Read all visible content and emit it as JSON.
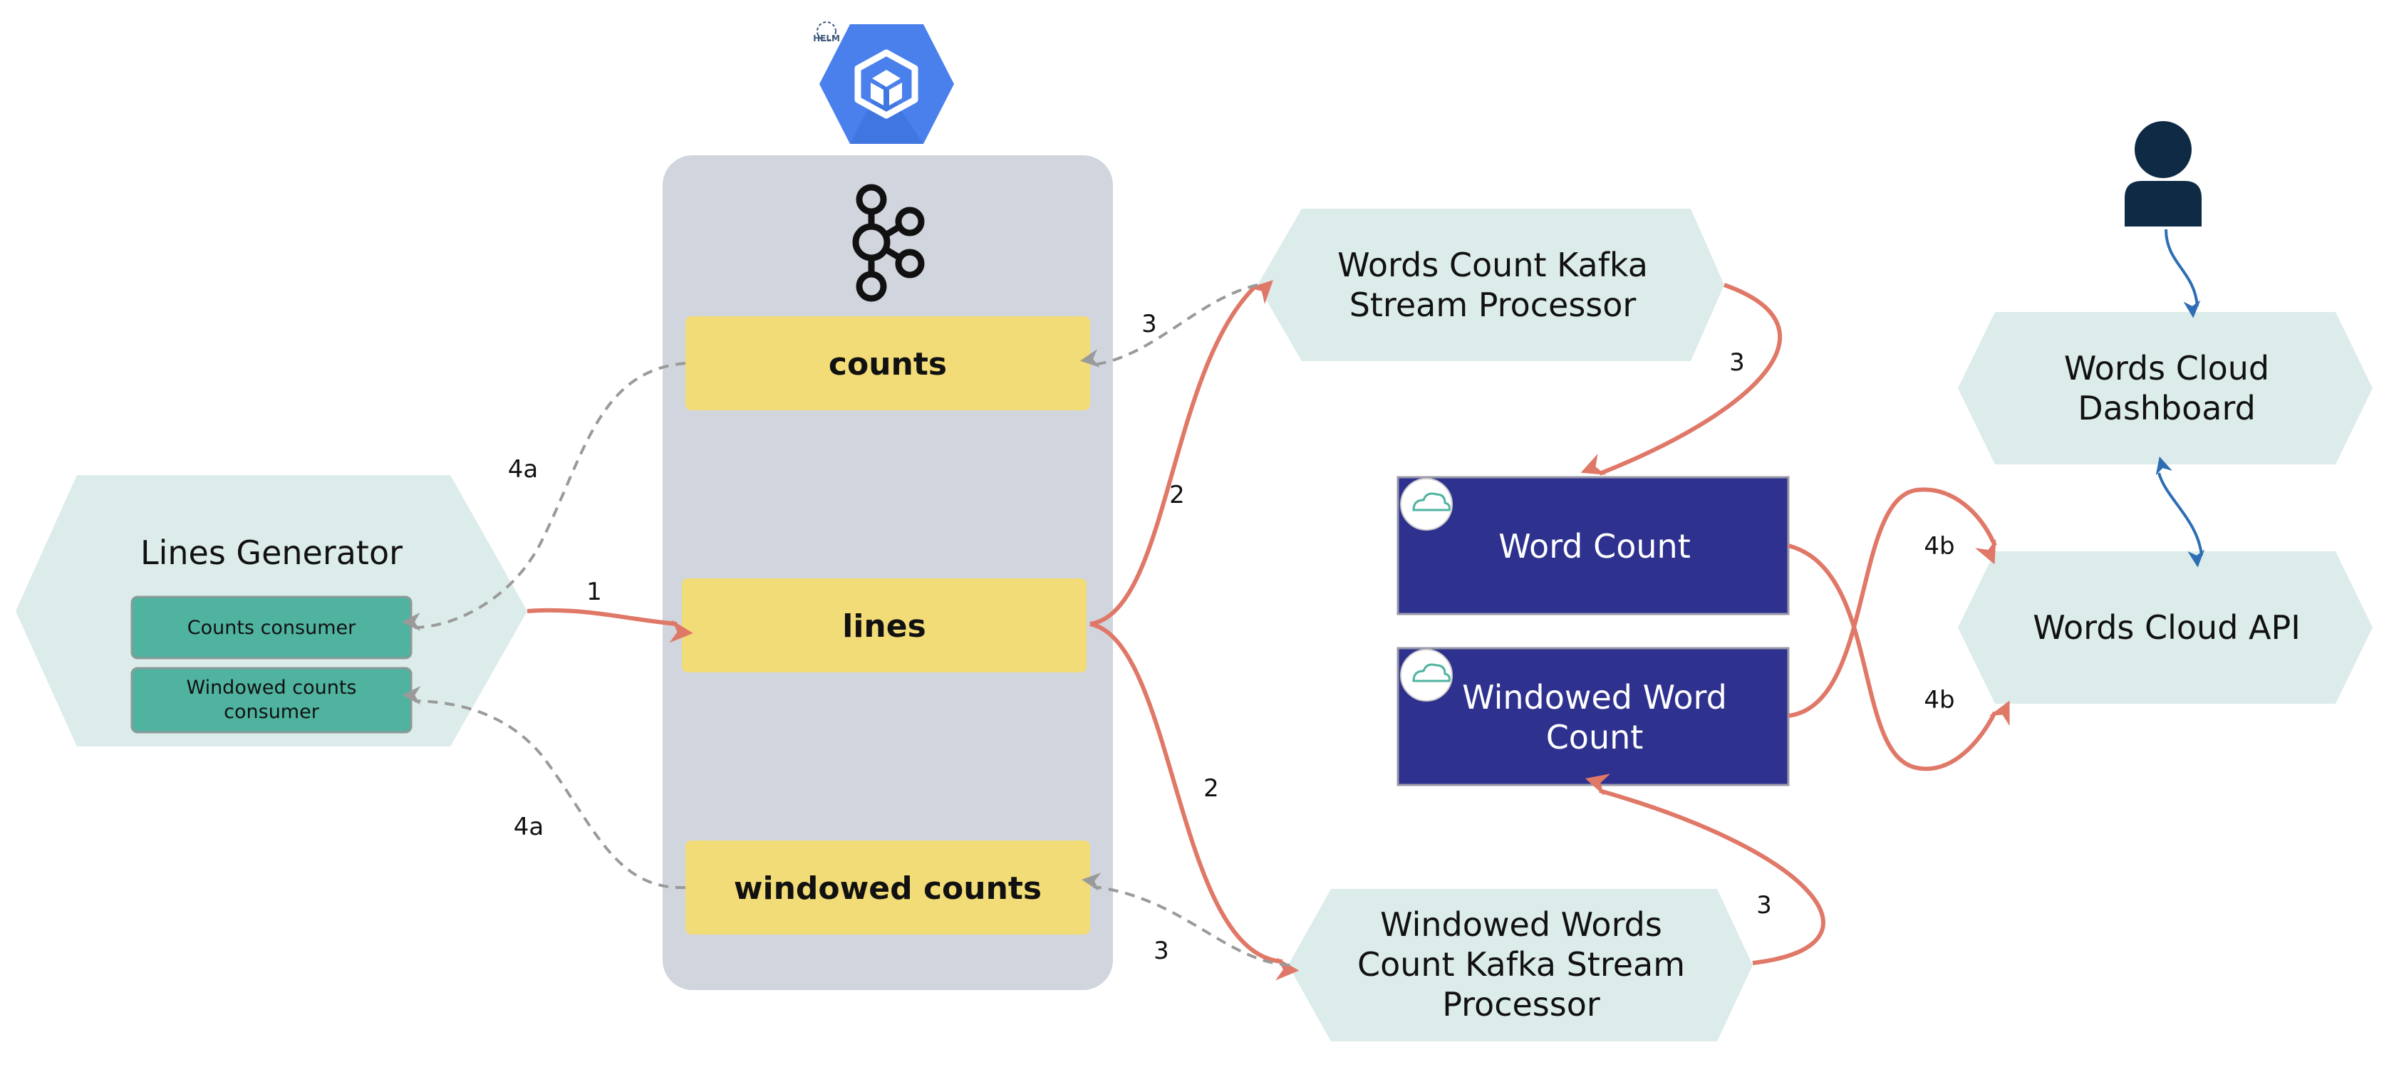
{
  "cluster": {
    "helm_badge": "HELM",
    "topics": {
      "counts": "counts",
      "lines": "lines",
      "windowed": "windowed counts"
    }
  },
  "lines_generator": {
    "title": "Lines Generator",
    "counts_consumer": "Counts consumer",
    "windowed_consumer_line1": "Windowed counts",
    "windowed_consumer_line2": "consumer"
  },
  "processors": {
    "words_count_line1": "Words Count Kafka",
    "words_count_line2": "Stream Processor",
    "windowed_line1": "Windowed Words",
    "windowed_line2": "Count Kafka Stream",
    "windowed_line3": "Processor"
  },
  "stores": {
    "word_count": "Word Count",
    "windowed_line1": "Windowed Word",
    "windowed_line2": "Count"
  },
  "dashboard": {
    "line1": "Words Cloud",
    "line2": "Dashboard"
  },
  "api": {
    "label": "Words Cloud API"
  },
  "edge_labels": {
    "e1": "1",
    "e2_top": "2",
    "e2_bottom": "2",
    "e3_counts": "3",
    "e3_wc_store": "3",
    "e3_windowed_counts": "3",
    "e3_windowed_store": "3",
    "e4a_top": "4a",
    "e4a_bottom": "4a",
    "e4b_top": "4b",
    "e4b_bottom": "4b"
  },
  "colors": {
    "hexagon_fill": "#dcecea",
    "cluster_fill": "#d1d5dd",
    "topic_fill": "#f2dc78",
    "consumer_fill": "#4fb3a0",
    "store_fill": "#2e318e",
    "flow_arrow": "#e07868",
    "dashed_arrow": "#9a9a9a",
    "user_arrow": "#2d6db3",
    "gke_blue": "#4a80ec",
    "user_icon": "#0f2a45"
  }
}
